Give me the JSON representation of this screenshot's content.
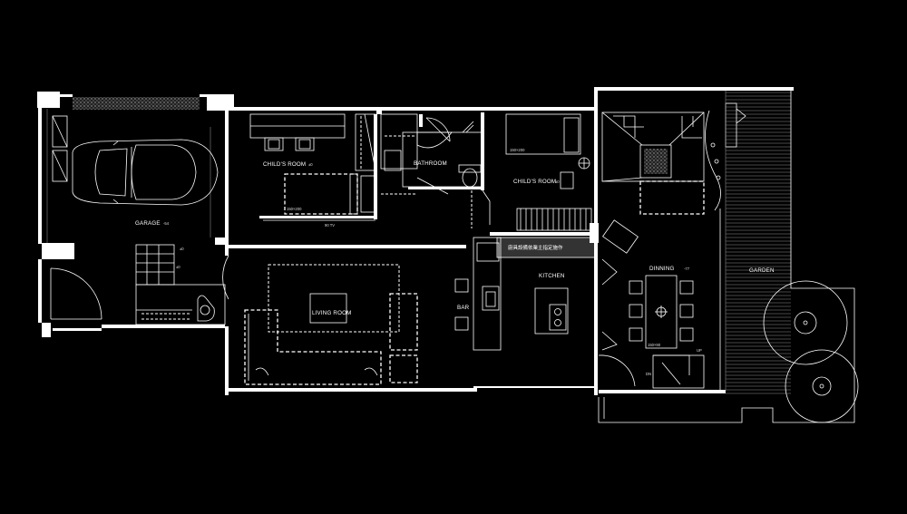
{
  "rooms": {
    "garage": "GARAGE",
    "garage_level": "-54",
    "child_room_1": "CHILD'S ROOM",
    "child_room_1_level": "±0",
    "bathroom": "BATHROOM",
    "child_room_2": "CHILD'S ROOM",
    "child_room_2_level": "±0",
    "living_room": "LIVING ROOM",
    "kitchen": "KITCHEN",
    "bar": "BAR",
    "dinning": "DINNING",
    "dinning_level": "-77",
    "garden": "GARDEN",
    "entry_level": "±0",
    "stair_level": "±0",
    "kitchen_banner": "廚具設備依業主指定施作"
  },
  "marks": {
    "bed_1_size": "150×200",
    "bed_2_size": "150×200",
    "table_size": "150×90",
    "dim_1": "90 TV",
    "dim_2": "UP",
    "dim_3": "DN"
  },
  "colors": {
    "background": "#000000",
    "line": "#ffffff",
    "hatch": "#9a9a9a"
  }
}
